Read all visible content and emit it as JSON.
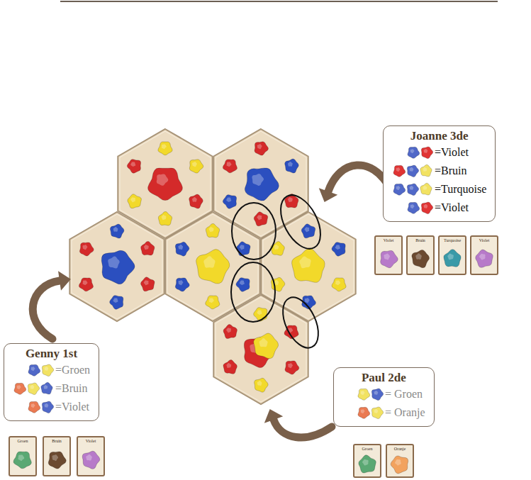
{
  "diagram": {
    "nodes": [
      {
        "text": [
          "Joanne 3de",
          "=Violet",
          "=Bruin",
          "=Turquoise",
          "=Violet"
        ]
      },
      {
        "text": [
          "Violet"
        ]
      },
      {
        "text": [
          "Bruin"
        ]
      },
      {
        "text": [
          "Turquoise"
        ]
      },
      {
        "text": [
          "Violet"
        ]
      },
      {
        "text": [
          "Genny 1st",
          "=Groen",
          "=Bruin",
          "=Violet"
        ]
      },
      {
        "text": [
          "Groen"
        ]
      },
      {
        "text": [
          "Bruin"
        ]
      },
      {
        "text": [
          "Violet"
        ]
      },
      {
        "text": [
          "Paul 2de",
          "= Groen",
          "= Oranje"
        ]
      },
      {
        "text": [
          "Groen"
        ]
      },
      {
        "text": [
          "Oranje"
        ]
      }
    ]
  }
}
